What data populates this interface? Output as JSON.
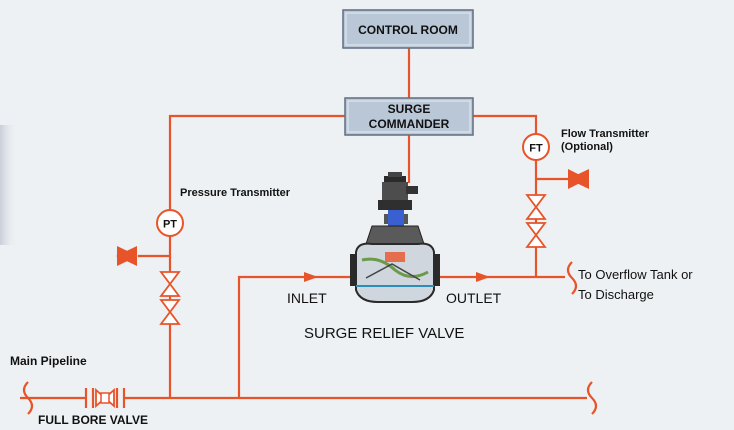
{
  "diagram": {
    "control_room": "CONTROL ROOM",
    "surge_commander_line1": "SURGE",
    "surge_commander_line2": "COMMANDER",
    "pt_tag": "PT",
    "ft_tag": "FT",
    "pressure_transmitter": "Pressure Transmitter",
    "flow_transmitter_line1": "Flow Transmitter",
    "flow_transmitter_line2": "(Optional)",
    "inlet": "INLET",
    "outlet": "OUTLET",
    "surge_relief_valve": "SURGE RELIEF VALVE",
    "overflow_line1": "To Overflow Tank or",
    "overflow_line2": "To Discharge",
    "main_pipeline": "Main Pipeline",
    "full_bore_valve": "FULL BORE VALVE"
  },
  "colors": {
    "pipe": "#e8542a",
    "box_fill": "#b9c7d6",
    "background": "#eef1f4",
    "actuator_blue": "#3a5fd0"
  }
}
